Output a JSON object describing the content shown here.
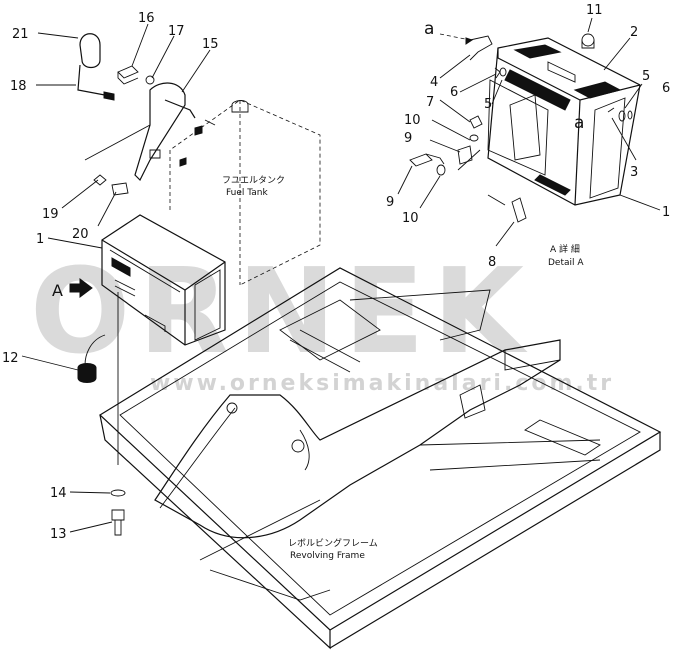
{
  "callouts": {
    "n1a": "1",
    "n1b": "1",
    "n2": "2",
    "n3": "3",
    "n4": "4",
    "n5a": "5",
    "n5b": "5",
    "n6a": "6",
    "n6b": "6",
    "n7": "7",
    "n8": "8",
    "n9a": "9",
    "n9b": "9",
    "n10a": "10",
    "n10b": "10",
    "n11": "11",
    "n12": "12",
    "n13": "13",
    "n14": "14",
    "n15": "15",
    "n16": "16",
    "n17": "17",
    "n18": "18",
    "n19": "19",
    "n20": "20",
    "n21": "21"
  },
  "labels": {
    "fuel_tank_jp": "フユエルタンク",
    "fuel_tank": "Fuel Tank",
    "frame_jp": "レボルビングフレーム",
    "frame": "Revolving Frame",
    "detail_jp": "A 詳 細",
    "detail": "Detail A",
    "view_a": "A",
    "ref_a_top": "a",
    "ref_a_mid": "a"
  },
  "watermark": {
    "brand": "ORNEK",
    "url": "www.orneksimakinalari.com.tr",
    "color": "#c8c8c8"
  }
}
